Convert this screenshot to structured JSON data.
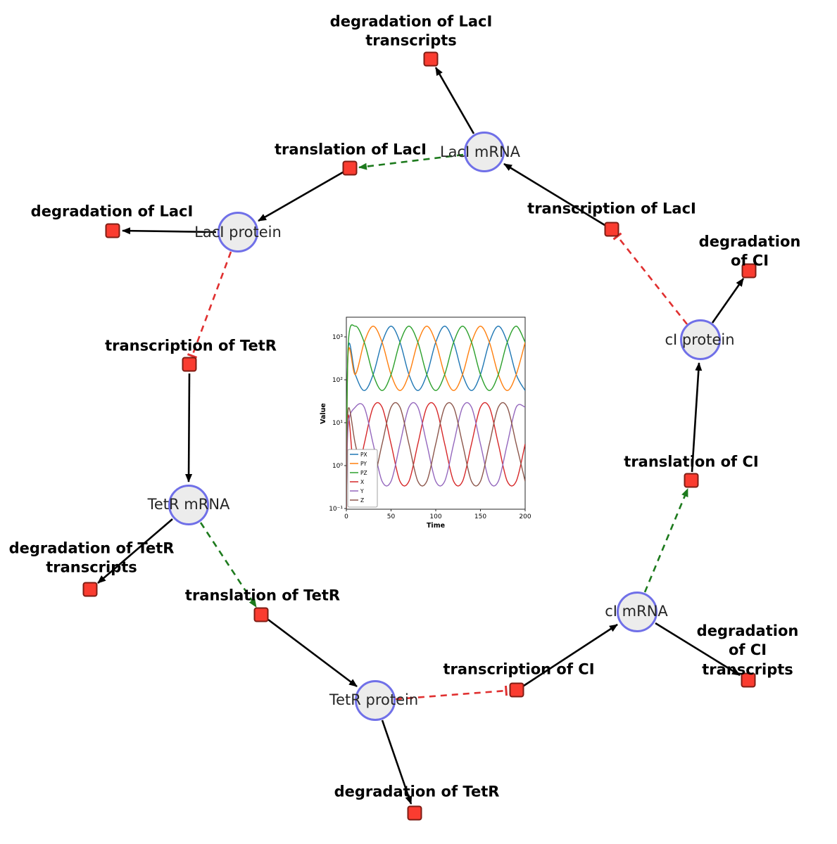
{
  "diagram": {
    "species": [
      {
        "id": "laci-mrna",
        "label": "LacI mRNA"
      },
      {
        "id": "laci-protein",
        "label": "LacI protein"
      },
      {
        "id": "tetr-mrna",
        "label": "TetR mRNA"
      },
      {
        "id": "tetr-protein",
        "label": "TetR protein"
      },
      {
        "id": "ci-mrna",
        "label": "cI mRNA"
      },
      {
        "id": "ci-protein",
        "label": "cI protein"
      }
    ],
    "reactions": [
      {
        "id": "deg-laci-transcripts",
        "label": "degradation of LacI\ntranscripts"
      },
      {
        "id": "translation-laci",
        "label": "translation of LacI"
      },
      {
        "id": "transcription-laci",
        "label": "transcription of LacI"
      },
      {
        "id": "deg-laci",
        "label": "degradation of LacI"
      },
      {
        "id": "transcription-tetr",
        "label": "transcription of TetR"
      },
      {
        "id": "deg-tetr-transcripts",
        "label": "degradation of TetR\ntranscripts"
      },
      {
        "id": "translation-tetr",
        "label": "translation of TetR"
      },
      {
        "id": "deg-tetr",
        "label": "degradation of TetR"
      },
      {
        "id": "transcription-ci",
        "label": "transcription of CI"
      },
      {
        "id": "deg-ci-transcripts",
        "label": "degradation of CI\ntranscripts"
      },
      {
        "id": "translation-ci",
        "label": "translation of CI"
      },
      {
        "id": "deg-ci",
        "label": "degradation of CI"
      }
    ],
    "edge_colors": {
      "production": "#000000",
      "modifier": "#1d7a1d",
      "inhibition": "#e03030"
    },
    "node_colors": {
      "species_fill": "#ececec",
      "species_border": "#7070e8",
      "reaction_fill": "#fa3c30",
      "reaction_border": "#7e1d14"
    }
  },
  "chart_data": {
    "type": "line",
    "x_label": "Time",
    "y_label": "Value",
    "y_scale": "log",
    "x_range": [
      0,
      200
    ],
    "y_range_exp": [
      -1,
      3
    ],
    "grid": false,
    "legend_position": "lower left",
    "x_ticks": [
      0,
      50,
      100,
      150,
      200
    ],
    "y_ticks": [
      {
        "label": "10³",
        "exp": 3
      },
      {
        "label": "10²",
        "exp": 2
      },
      {
        "label": "10¹",
        "exp": 1
      },
      {
        "label": "10⁰",
        "exp": 0
      },
      {
        "label": "10⁻¹",
        "exp": -1
      }
    ],
    "x": [
      0,
      2,
      10,
      20,
      30,
      40,
      50,
      60,
      70,
      80,
      90,
      100,
      110,
      120,
      130,
      140,
      150,
      160,
      170,
      180,
      190,
      200
    ],
    "series": [
      {
        "name": "PX",
        "color": "#1f77b4",
        "values": [
          0.1,
          500,
          133,
          56,
          133,
          750,
          1778,
          750,
          133,
          56,
          133,
          750,
          1778,
          750,
          133,
          56,
          133,
          750,
          1778,
          750,
          133,
          56
        ]
      },
      {
        "name": "PY",
        "color": "#ff7f0e",
        "values": [
          0.1,
          400,
          133,
          750,
          1778,
          750,
          133,
          56,
          133,
          750,
          1778,
          750,
          133,
          56,
          133,
          750,
          1778,
          750,
          133,
          56,
          133,
          750
        ]
      },
      {
        "name": "PZ",
        "color": "#2ca02c",
        "values": [
          0.1,
          600,
          1778,
          750,
          133,
          56,
          133,
          750,
          1778,
          750,
          133,
          56,
          133,
          750,
          1778,
          750,
          133,
          56,
          133,
          750,
          1778,
          750
        ]
      },
      {
        "name": "X",
        "color": "#d62728",
        "values": [
          0.1,
          15,
          0.43,
          3.2,
          23,
          23,
          3.2,
          0.43,
          0.43,
          3.2,
          23,
          23,
          3.2,
          0.43,
          0.43,
          3.2,
          23,
          23,
          3.2,
          0.43,
          0.43,
          3.2
        ]
      },
      {
        "name": "Y",
        "color": "#9467bd",
        "values": [
          0.1,
          8,
          23,
          23,
          3.2,
          0.43,
          0.43,
          3.2,
          23,
          23,
          3.2,
          0.43,
          0.43,
          3.2,
          23,
          23,
          3.2,
          0.43,
          0.43,
          3.2,
          23,
          23
        ]
      },
      {
        "name": "Z",
        "color": "#8c564b",
        "values": [
          0.1,
          20,
          3.2,
          0.43,
          0.43,
          3.2,
          23,
          23,
          3.2,
          0.43,
          0.43,
          3.2,
          23,
          23,
          3.2,
          0.43,
          0.43,
          3.2,
          23,
          23,
          3.2,
          0.43
        ]
      }
    ]
  }
}
